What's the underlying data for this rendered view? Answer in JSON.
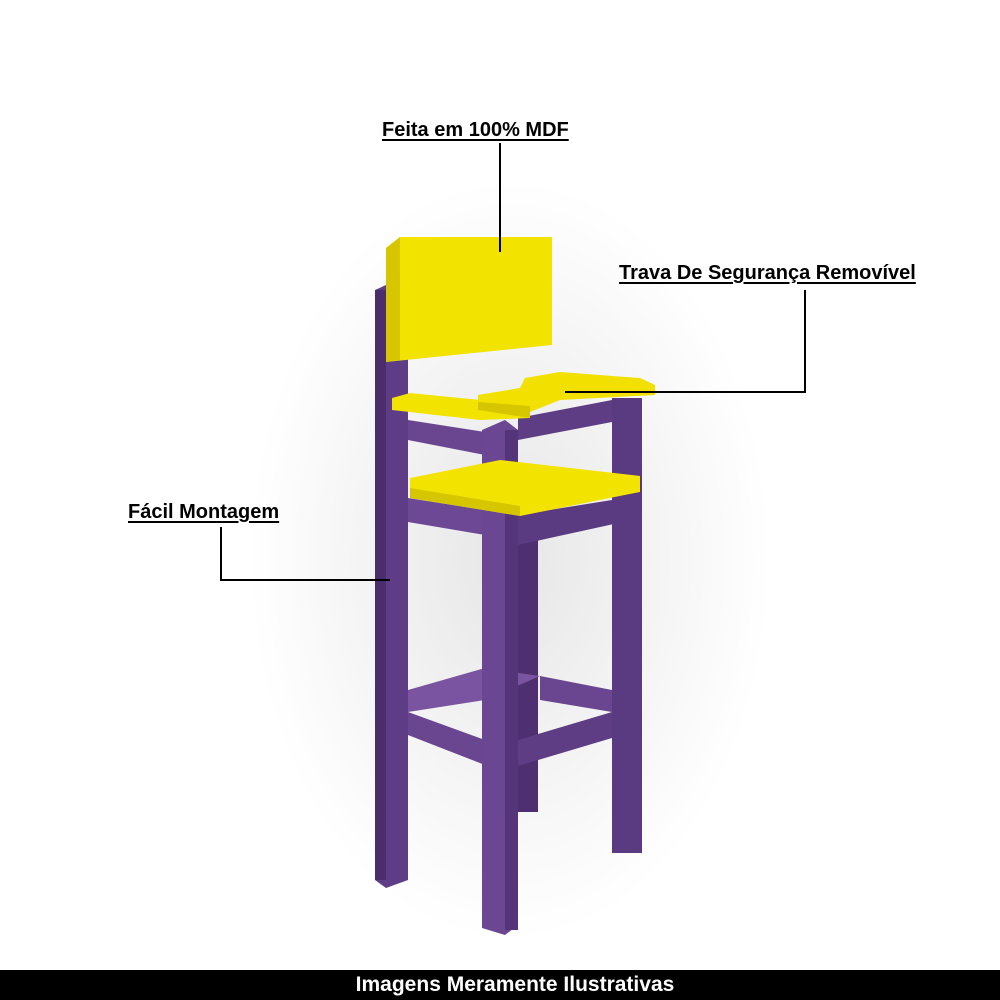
{
  "callouts": {
    "material": "Feita em 100% MDF",
    "lock": "Trava De Segurança Removível",
    "assembly": "Fácil Montagem"
  },
  "footer": "Imagens Meramente Ilustrativas",
  "colors": {
    "frame": "#6a4590",
    "frame_dark": "#553579",
    "seat": "#f3e300",
    "seat_dark": "#d6c600"
  }
}
